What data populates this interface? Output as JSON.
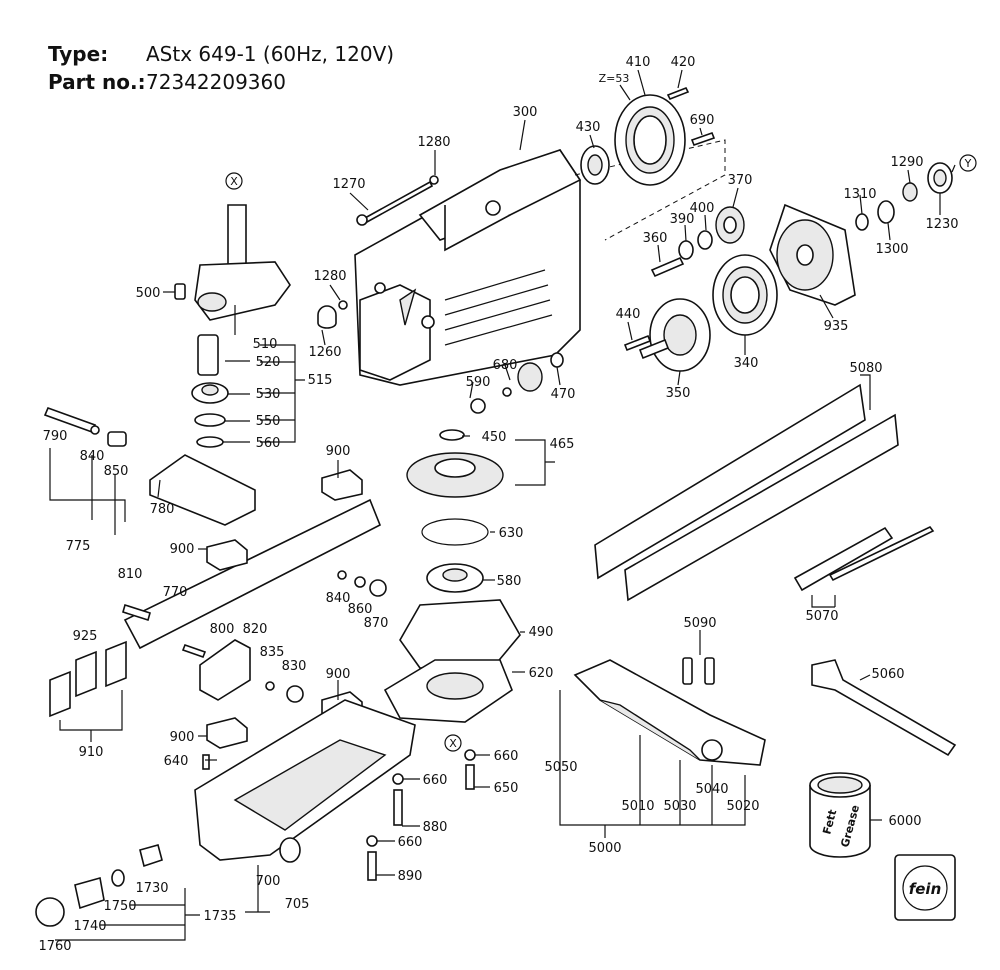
{
  "header": {
    "type_label": "Type:",
    "type_value": "AStx 649-1 (60Hz, 120V)",
    "part_label": "Part no.:",
    "part_value": "72342209360"
  },
  "callouts": {
    "c1270": "1270",
    "c1280a": "1280",
    "c300": "300",
    "c1280b": "1280",
    "c1260": "1260",
    "c410": "410",
    "c420": "420",
    "cz53": "Z=53",
    "c430": "430",
    "c690": "690",
    "c370": "370",
    "c400": "400",
    "c390": "390",
    "c360": "360",
    "c440": "440",
    "c350": "350",
    "c340": "340",
    "c935": "935",
    "c1290": "1290",
    "c1310": "1310",
    "c1300": "1300",
    "c1230": "1230",
    "cy": "Y",
    "cx1": "X",
    "cx2": "X",
    "c500": "500",
    "c510": "510",
    "c520": "520",
    "c530": "530",
    "c550": "550",
    "c560": "560",
    "c515": "515",
    "c790": "790",
    "c840a": "840",
    "c850": "850",
    "c780": "780",
    "c775": "775",
    "c900a": "900",
    "c900b": "900",
    "c810": "810",
    "c770": "770",
    "c840b": "840",
    "c860": "860",
    "c870": "870",
    "c800": "800",
    "c820": "820",
    "c835": "835",
    "c830": "830",
    "c925": "925",
    "c910": "910",
    "c900c": "900",
    "c900d": "900",
    "c640": "640",
    "c680": "680",
    "c590": "590",
    "c470": "470",
    "c450": "450",
    "c465": "465",
    "c630": "630",
    "c580": "580",
    "c490": "490",
    "c620": "620",
    "c660a": "660",
    "c650": "650",
    "c660b": "660",
    "c880": "880",
    "c660c": "660",
    "c890": "890",
    "c700": "700",
    "c705": "705",
    "c1735": "1735",
    "c1730": "1730",
    "c1750": "1750",
    "c1740": "1740",
    "c1760": "1760",
    "c5080": "5080",
    "c5070": "5070",
    "c5090": "5090",
    "c5060": "5060",
    "c5050": "5050",
    "c5010": "5010",
    "c5030": "5030",
    "c5040": "5040",
    "c5020": "5020",
    "c5000": "5000",
    "c6000": "6000"
  },
  "can_label": {
    "line1": "Fett",
    "line2": "Grease"
  },
  "logo_text": "fein"
}
